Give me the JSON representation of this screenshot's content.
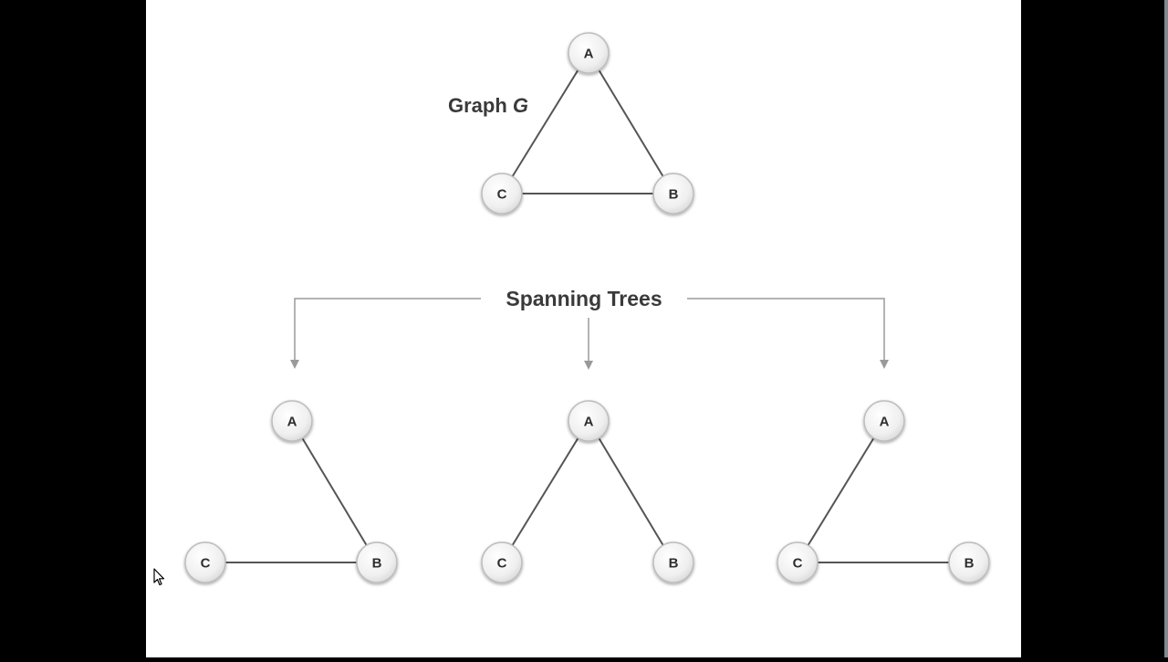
{
  "graph": {
    "title_text": "Graph ",
    "title_italic": "G",
    "nodes": {
      "a": "A",
      "b": "B",
      "c": "C"
    }
  },
  "spanning": {
    "heading": "Spanning Trees",
    "tree1": {
      "a": "A",
      "b": "B",
      "c": "C"
    },
    "tree2": {
      "a": "A",
      "b": "B",
      "c": "C"
    },
    "tree3": {
      "a": "A",
      "b": "B",
      "c": "C"
    }
  },
  "colors": {
    "edge": "#555555",
    "arrow": "#9a9a9a",
    "node_fill": "#f2f2f2"
  }
}
